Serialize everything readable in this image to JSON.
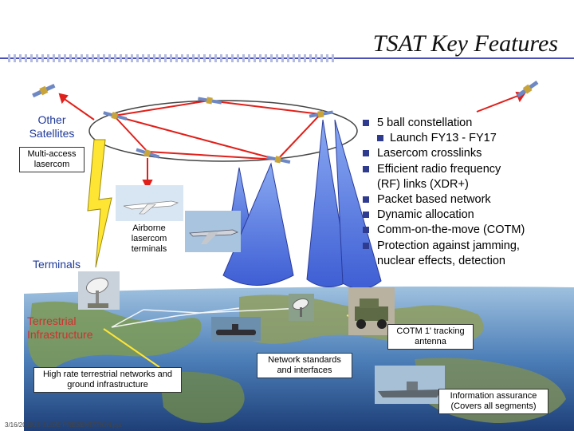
{
  "slide": {
    "title": "TSAT Key Features",
    "footer": "3/16/2019JS SLIDE PRESENTATION.ppt"
  },
  "diagram": {
    "other_satellites": "Other Satellites",
    "multi_access": "Multi-access lasercom",
    "airborne": "Airborne lasercom terminals",
    "terminals": "Terminals",
    "terrestrial": "Terrestrial Infrastructure",
    "high_rate": "High rate terrestrial networks and ground infrastructure",
    "network_standards": "Network standards and interfaces",
    "cotm": "COTM 1' tracking antenna",
    "info_assurance": "Information assurance (Covers all segments)"
  },
  "features": {
    "items": [
      {
        "text": "5 ball constellation",
        "level": 0
      },
      {
        "text": "Launch FY13 - FY17",
        "level": 1
      },
      {
        "text": "Lasercom crosslinks",
        "level": 0
      },
      {
        "text": "Efficient radio frequency",
        "level": 0
      },
      {
        "text": "(RF) links (XDR+)",
        "level": 2
      },
      {
        "text": "Packet based network",
        "level": 0
      },
      {
        "text": "Dynamic allocation",
        "level": 0
      },
      {
        "text": "Comm-on-the-move (COTM)",
        "level": 0
      },
      {
        "text": "Protection against jamming,",
        "level": 0
      },
      {
        "text": "nuclear effects, detection",
        "level": 2
      }
    ]
  },
  "colors": {
    "accent_line": "#4b4fb8",
    "label_blue": "#1f3a9a",
    "terrestrial_red": "#d0302f",
    "crosslink_red": "#e0201a",
    "beam_blue": "#5a7fe0",
    "lightning_yellow": "#ffe533",
    "bullet_square": "#2f3b8f"
  }
}
